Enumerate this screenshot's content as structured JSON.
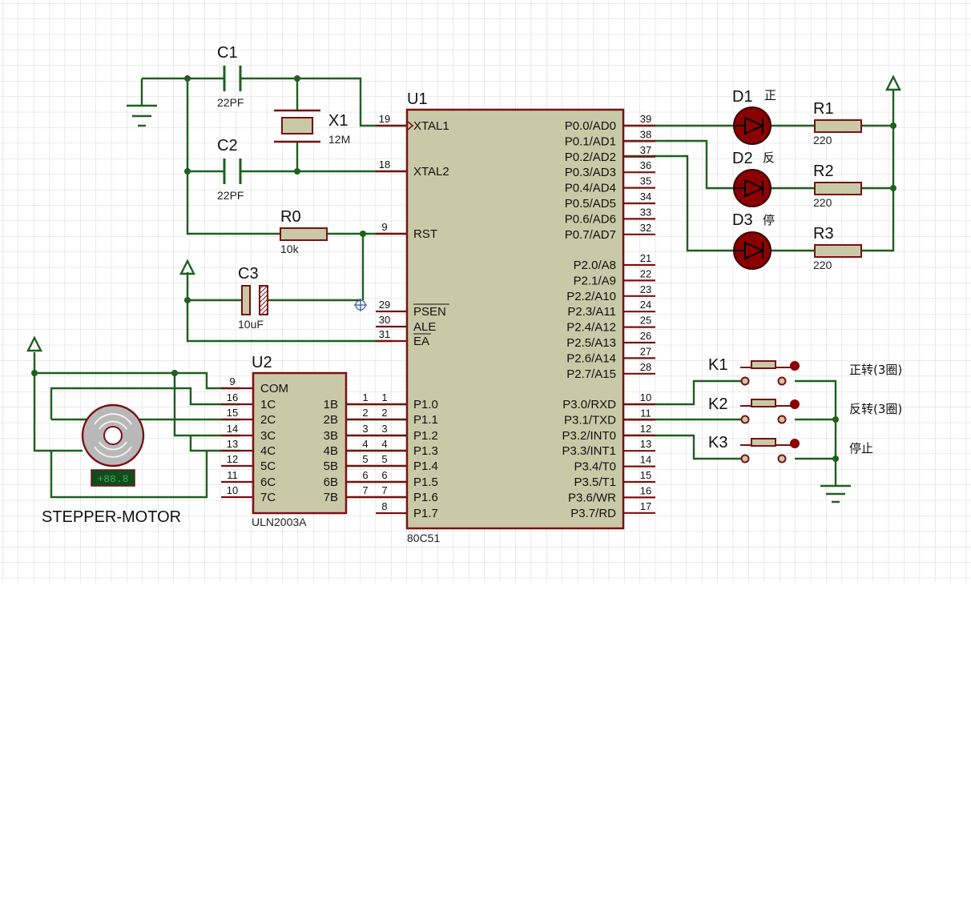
{
  "title": "",
  "mcu": {
    "ref": "U1",
    "part": "80C51",
    "left_pins": [
      {
        "num": "19",
        "name": "XTAL1"
      },
      {
        "num": "18",
        "name": "XTAL2"
      },
      {
        "num": "9",
        "name": "RST"
      },
      {
        "num": "29",
        "name": "PSEN"
      },
      {
        "num": "30",
        "name": "ALE"
      },
      {
        "num": "31",
        "name": "EA"
      },
      {
        "num": "1",
        "name": "P1.0"
      },
      {
        "num": "2",
        "name": "P1.1"
      },
      {
        "num": "3",
        "name": "P1.2"
      },
      {
        "num": "4",
        "name": "P1.3"
      },
      {
        "num": "5",
        "name": "P1.4"
      },
      {
        "num": "6",
        "name": "P1.5"
      },
      {
        "num": "7",
        "name": "P1.6"
      },
      {
        "num": "8",
        "name": "P1.7"
      }
    ],
    "right_pins": [
      {
        "num": "39",
        "name": "P0.0/AD0"
      },
      {
        "num": "38",
        "name": "P0.1/AD1"
      },
      {
        "num": "37",
        "name": "P0.2/AD2"
      },
      {
        "num": "36",
        "name": "P0.3/AD3"
      },
      {
        "num": "35",
        "name": "P0.4/AD4"
      },
      {
        "num": "34",
        "name": "P0.5/AD5"
      },
      {
        "num": "33",
        "name": "P0.6/AD6"
      },
      {
        "num": "32",
        "name": "P0.7/AD7"
      },
      {
        "num": "21",
        "name": "P2.0/A8"
      },
      {
        "num": "22",
        "name": "P2.1/A9"
      },
      {
        "num": "23",
        "name": "P2.2/A10"
      },
      {
        "num": "24",
        "name": "P2.3/A11"
      },
      {
        "num": "25",
        "name": "P2.4/A12"
      },
      {
        "num": "26",
        "name": "P2.5/A13"
      },
      {
        "num": "27",
        "name": "P2.6/A14"
      },
      {
        "num": "28",
        "name": "P2.7/A15"
      },
      {
        "num": "10",
        "name": "P3.0/RXD"
      },
      {
        "num": "11",
        "name": "P3.1/TXD"
      },
      {
        "num": "12",
        "name": "P3.2/INT0"
      },
      {
        "num": "13",
        "name": "P3.3/INT1"
      },
      {
        "num": "14",
        "name": "P3.4/T0"
      },
      {
        "num": "15",
        "name": "P3.5/T1"
      },
      {
        "num": "16",
        "name": "P3.6/WR"
      },
      {
        "num": "17",
        "name": "P3.7/RD"
      }
    ]
  },
  "driver": {
    "ref": "U2",
    "part": "ULN2003A",
    "left_pins": [
      {
        "num": "9",
        "name": "COM"
      },
      {
        "num": "16",
        "name": "1C"
      },
      {
        "num": "15",
        "name": "2C"
      },
      {
        "num": "14",
        "name": "3C"
      },
      {
        "num": "13",
        "name": "4C"
      },
      {
        "num": "12",
        "name": "5C"
      },
      {
        "num": "11",
        "name": "6C"
      },
      {
        "num": "10",
        "name": "7C"
      }
    ],
    "right_pins": [
      {
        "num": "1",
        "name": "1B"
      },
      {
        "num": "2",
        "name": "2B"
      },
      {
        "num": "3",
        "name": "3B"
      },
      {
        "num": "4",
        "name": "4B"
      },
      {
        "num": "5",
        "name": "5B"
      },
      {
        "num": "6",
        "name": "6B"
      },
      {
        "num": "7",
        "name": "7B"
      }
    ]
  },
  "components": {
    "c1": {
      "ref": "C1",
      "value": "22PF"
    },
    "c2": {
      "ref": "C2",
      "value": "22PF"
    },
    "c3": {
      "ref": "C3",
      "value": "10uF"
    },
    "x1": {
      "ref": "X1",
      "value": "12M"
    },
    "r0": {
      "ref": "R0",
      "value": "10k"
    },
    "r1": {
      "ref": "R1",
      "value": "220"
    },
    "r2": {
      "ref": "R2",
      "value": "220"
    },
    "r3": {
      "ref": "R3",
      "value": "220"
    },
    "d1": {
      "ref": "D1",
      "note": "正"
    },
    "d2": {
      "ref": "D2",
      "note": "反"
    },
    "d3": {
      "ref": "D3",
      "note": "停"
    },
    "k1": {
      "ref": "K1",
      "note": "正转(3圈)"
    },
    "k2": {
      "ref": "K2",
      "note": "反转(3圈)"
    },
    "k3": {
      "ref": "K3",
      "note": "停止"
    },
    "motor": {
      "label": "STEPPER-MOTOR",
      "display": "+88.8"
    }
  },
  "colors": {
    "wire": "#1f5f1f",
    "outline": "#7a1010",
    "body": "#c9c9a8",
    "led": "#8b0000",
    "grid": "#d6d6d6"
  }
}
